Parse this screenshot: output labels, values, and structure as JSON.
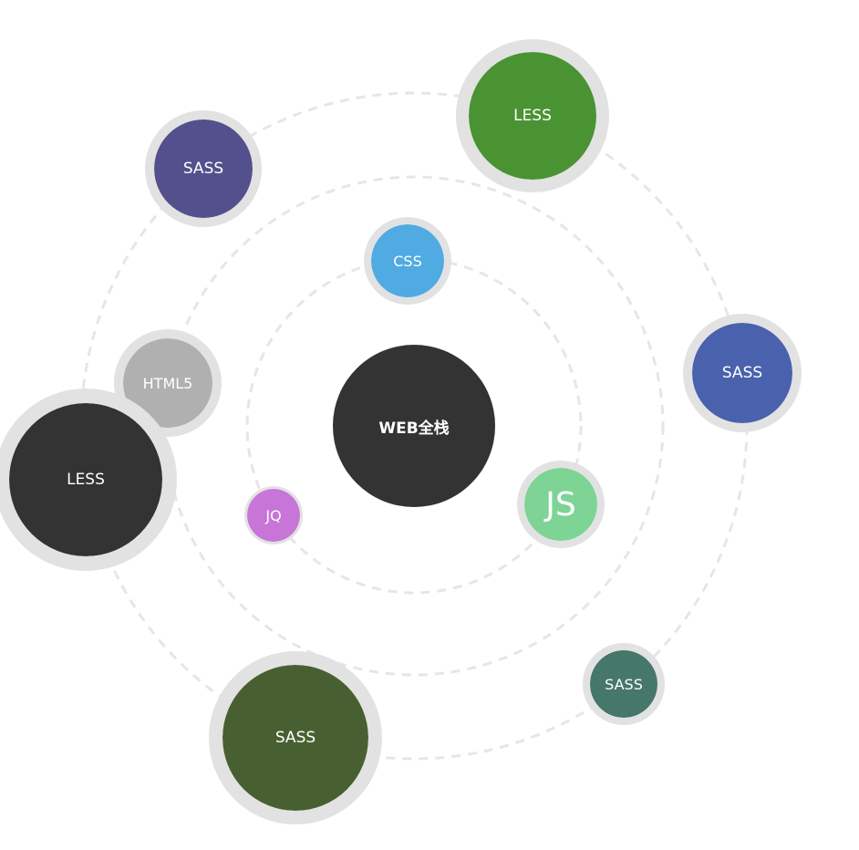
{
  "center": {
    "label": "WEB全栈",
    "color": "#333333"
  },
  "orbits": {
    "color": "#e6e6e6"
  },
  "ring_color": "#e2e2e2",
  "nodes": [
    {
      "key": "less-top",
      "label": "LESS",
      "color": "#4a9333"
    },
    {
      "key": "sass-top-left",
      "label": "SASS",
      "color": "#54508d"
    },
    {
      "key": "css",
      "label": "CSS",
      "color": "#4fabe2"
    },
    {
      "key": "sass-right",
      "label": "SASS",
      "color": "#4a61ad"
    },
    {
      "key": "html5",
      "label": "HTML5",
      "color": "#b0b0b0"
    },
    {
      "key": "less-left",
      "label": "LESS",
      "color": "#333333"
    },
    {
      "key": "js",
      "label": "JS",
      "color": "#7dd495"
    },
    {
      "key": "jq",
      "label": "JQ",
      "color": "#c875d8"
    },
    {
      "key": "sass-bottom-right",
      "label": "SASS",
      "color": "#45776a"
    },
    {
      "key": "sass-bottom",
      "label": "SASS",
      "color": "#486031"
    }
  ]
}
